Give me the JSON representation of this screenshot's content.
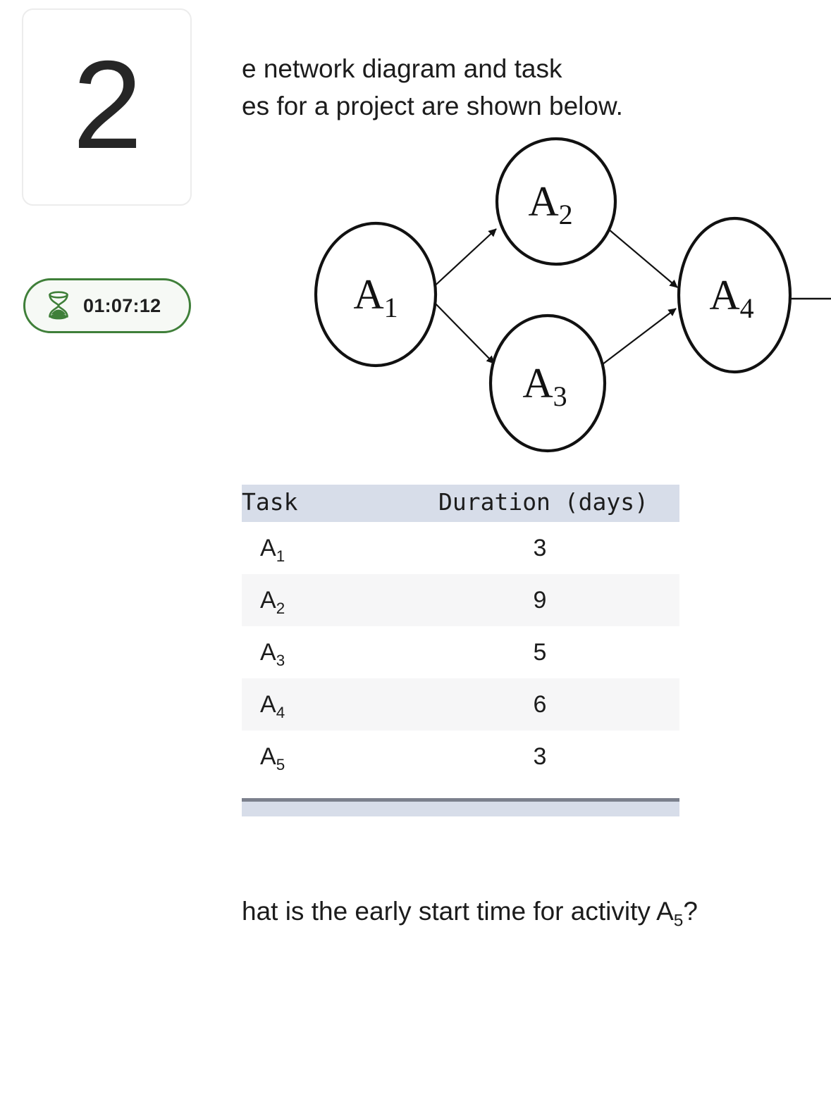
{
  "question_number": "2",
  "timer": {
    "icon": "hourglass-icon",
    "value": "01:07:12",
    "border_color": "#3f7f39",
    "background_color": "#f6f9f5"
  },
  "prompt": "e network diagram and task\nes for a project are shown below.",
  "diagram": {
    "type": "activity-on-node network",
    "nodes": [
      {
        "id": "A1",
        "label": "A",
        "sub": "1"
      },
      {
        "id": "A2",
        "label": "A",
        "sub": "2"
      },
      {
        "id": "A3",
        "label": "A",
        "sub": "3"
      },
      {
        "id": "A4",
        "label": "A",
        "sub": "4"
      }
    ],
    "edges": [
      {
        "from": "A1",
        "to": "A2"
      },
      {
        "from": "A1",
        "to": "A3"
      },
      {
        "from": "A2",
        "to": "A4"
      },
      {
        "from": "A3",
        "to": "A4"
      },
      {
        "from": "A4",
        "to": "offscreen"
      }
    ]
  },
  "table": {
    "headers": [
      "Task",
      "Duration (days)"
    ],
    "rows": [
      {
        "task": "A",
        "task_sub": "1",
        "duration": "3"
      },
      {
        "task": "A",
        "task_sub": "2",
        "duration": "9"
      },
      {
        "task": "A",
        "task_sub": "3",
        "duration": "5"
      },
      {
        "task": "A",
        "task_sub": "4",
        "duration": "6"
      },
      {
        "task": "A",
        "task_sub": "5",
        "duration": "3"
      }
    ],
    "header_background": "#d7dde9",
    "stripe_background": "#f6f6f7",
    "footer_background": "#d7dde9",
    "footer_border": "#7b808c"
  },
  "question_text_parts": {
    "before": "hat is the early start time for activity A",
    "sub": "5",
    "after": "?"
  }
}
